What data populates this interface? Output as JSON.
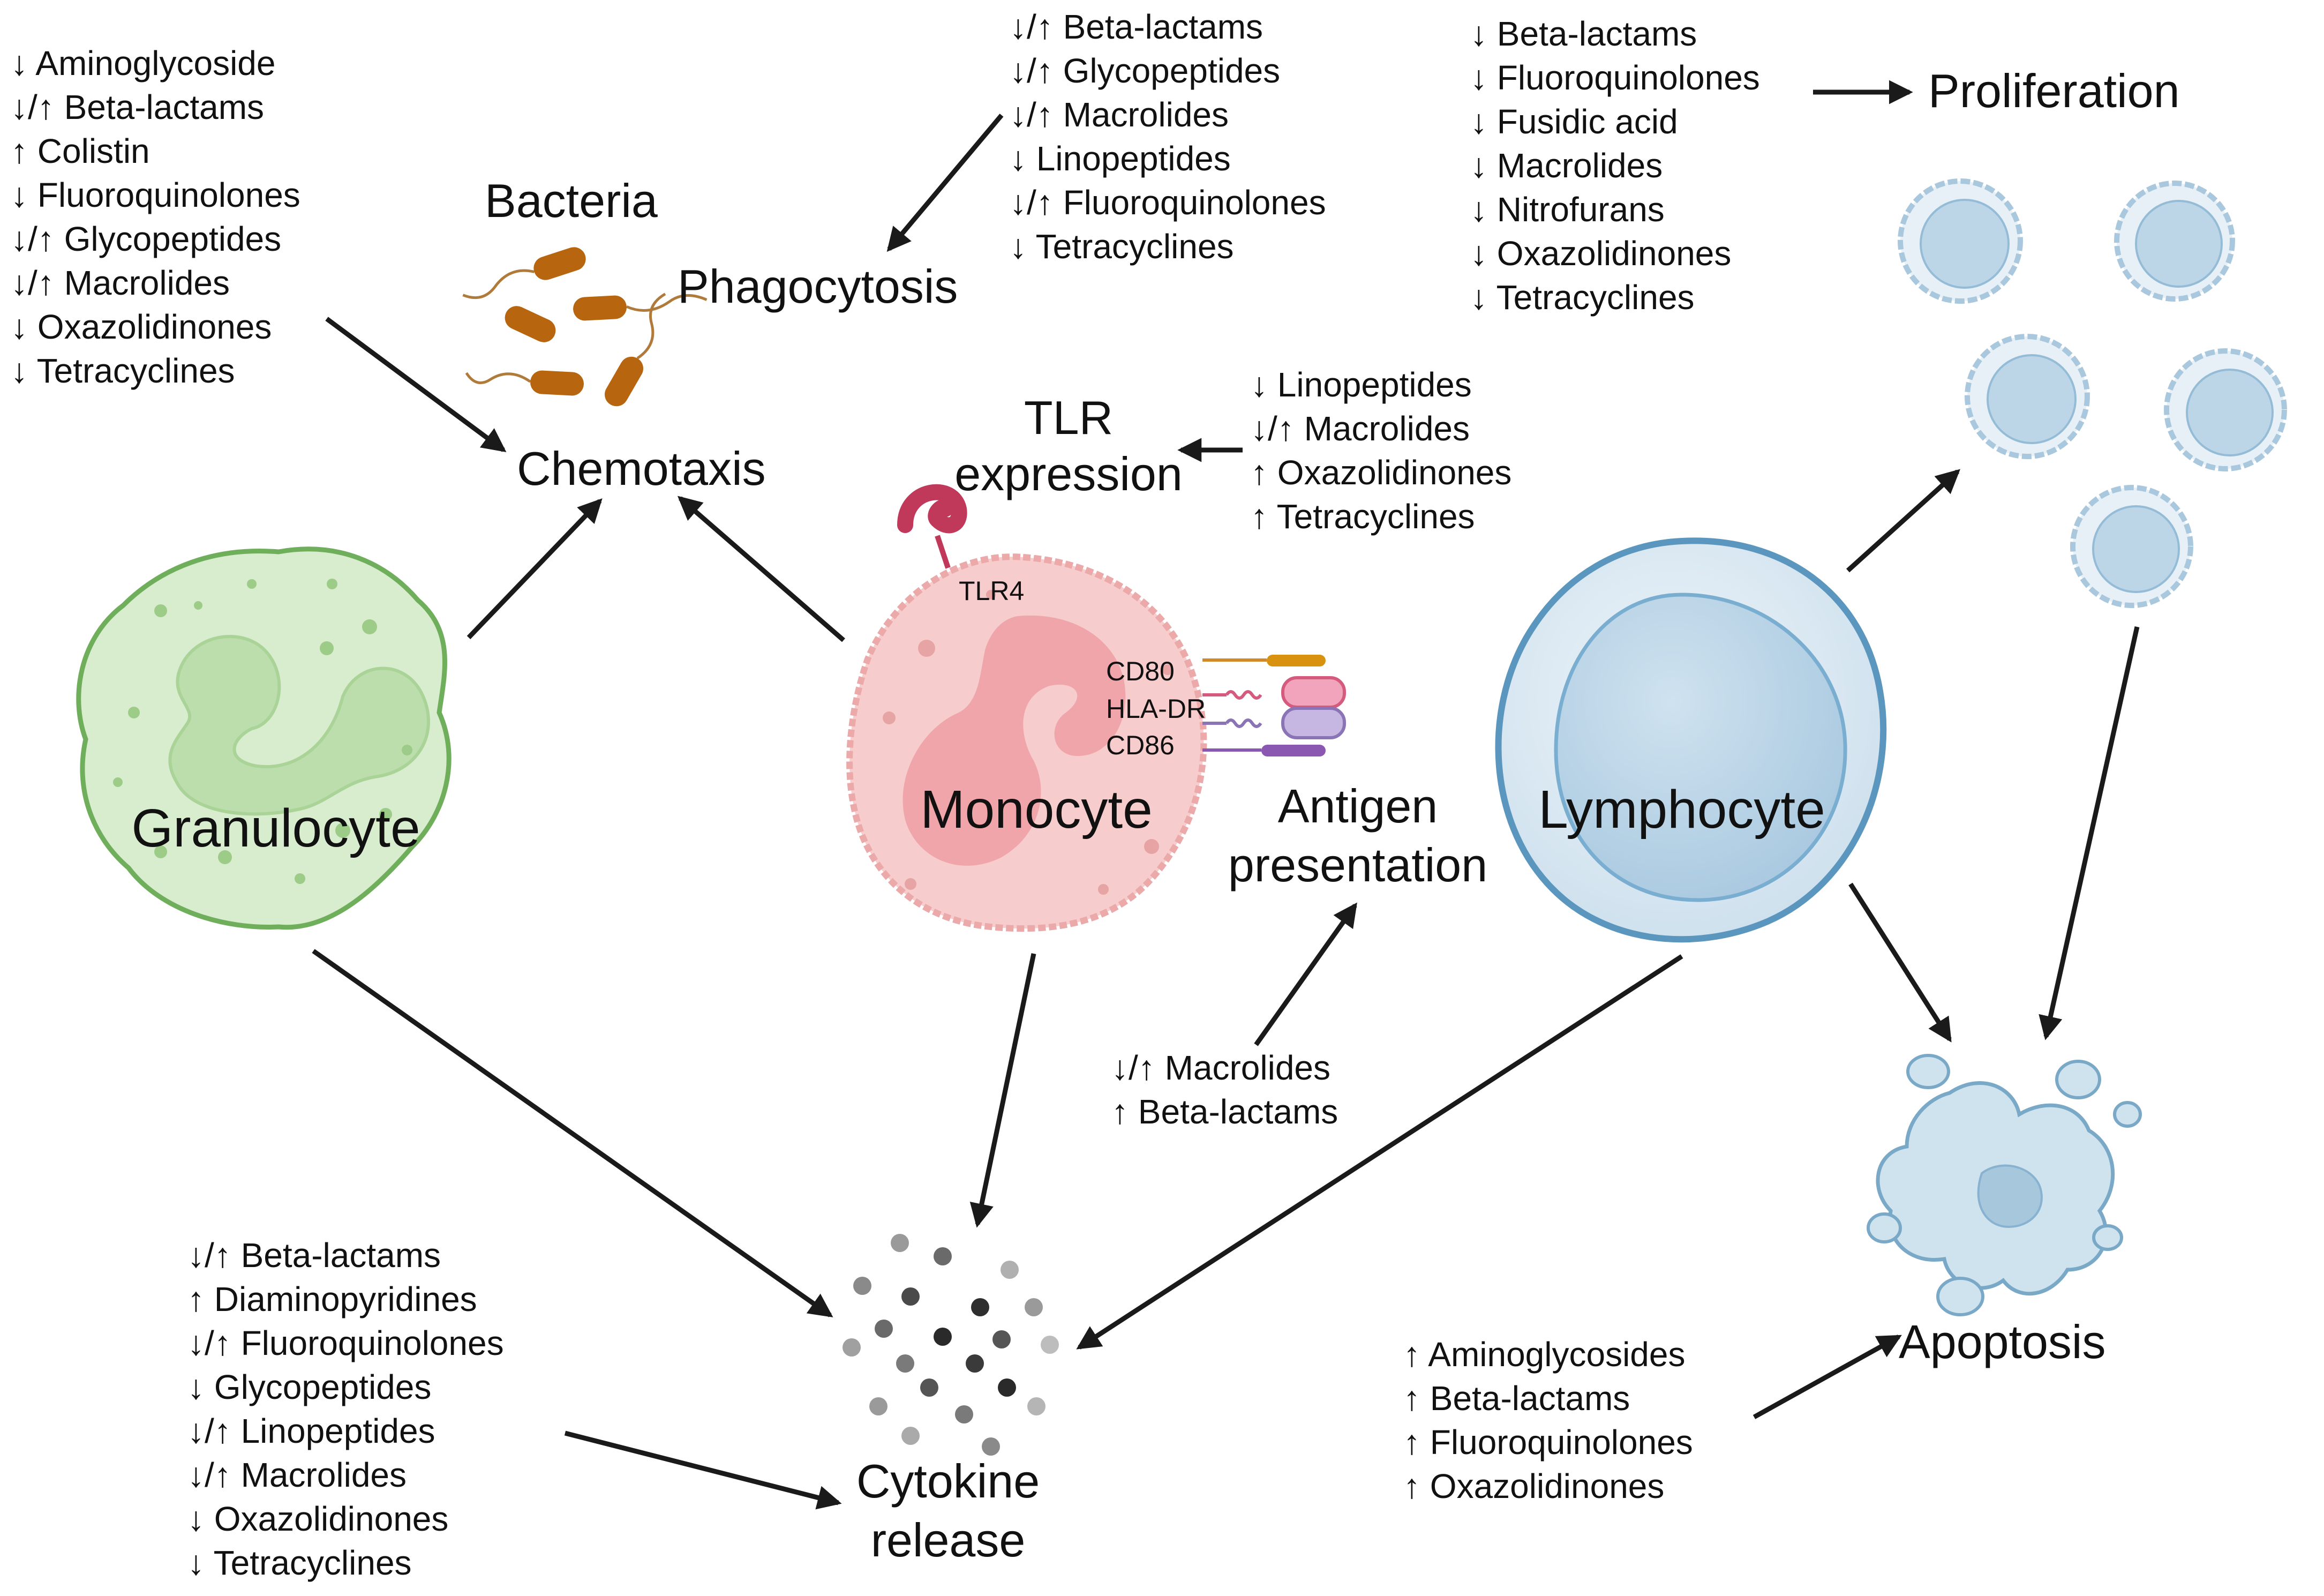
{
  "processes": {
    "bacteria": "Bacteria",
    "phagocytosis": "Phagocytosis",
    "chemotaxis": "Chemotaxis",
    "tlr_line1": "TLR",
    "tlr_line2": "expression",
    "proliferation": "Proliferation",
    "antigen_line1": "Antigen",
    "antigen_line2": "presentation",
    "cytokine_line1": "Cytokine",
    "cytokine_line2": "release",
    "apoptosis": "Apoptosis"
  },
  "cells": {
    "granulocyte": "Granulocyte",
    "monocyte": "Monocyte",
    "lymphocyte": "Lymphocyte"
  },
  "molecules": {
    "tlr4": "TLR4",
    "cd80": "CD80",
    "hla_dr": "HLA-DR",
    "cd86": "CD86"
  },
  "lists": {
    "chemotaxis": [
      "↓ Aminoglycoside",
      "↓/↑ Beta-lactams",
      "↑ Colistin",
      "↓ Fluoroquinolones",
      "↓/↑ Glycopeptides",
      "↓/↑ Macrolides",
      "↓ Oxazolidinones",
      "↓ Tetracyclines"
    ],
    "phagocytosis": [
      "↓/↑ Beta-lactams",
      "↓/↑ Glycopeptides",
      "↓/↑ Macrolides",
      "↓ Linopeptides",
      "↓/↑ Fluoroquinolones",
      "↓ Tetracyclines"
    ],
    "proliferation": [
      "↓ Beta-lactams",
      "↓ Fluoroquinolones",
      "↓ Fusidic acid",
      "↓ Macrolides",
      "↓ Nitrofurans",
      "↓ Oxazolidinones",
      "↓ Tetracyclines"
    ],
    "tlr": [
      "↓ Linopeptides",
      "↓/↑ Macrolides",
      "↑ Oxazolidinones",
      "↑ Tetracyclines"
    ],
    "antigen": [
      "↓/↑ Macrolides",
      "↑ Beta-lactams"
    ],
    "cytokine": [
      "↓/↑ Beta-lactams",
      "↑ Diaminopyridines",
      "↓/↑ Fluoroquinolones",
      "↓ Glycopeptides",
      "↓/↑ Linopeptides",
      "↓/↑ Macrolides",
      "↓ Oxazolidinones",
      "↓ Tetracyclines"
    ],
    "apoptosis": [
      "↑ Aminoglycosides",
      "↑ Beta-lactams",
      "↑ Fluoroquinolones",
      "↑ Oxazolidinones"
    ]
  },
  "colors": {
    "granulocyte": "#cfe8c2",
    "granulocyte_outline": "#6fae5a",
    "monocyte": "#f6c9c9",
    "monocyte_outline": "#e8a1a1",
    "lymphocyte": "#dbe9f2",
    "lymphocyte_outline": "#5b96bf",
    "bacteria": "#b8650f",
    "tlr4": "#c0395a",
    "arrow": "#1a1a1a"
  }
}
